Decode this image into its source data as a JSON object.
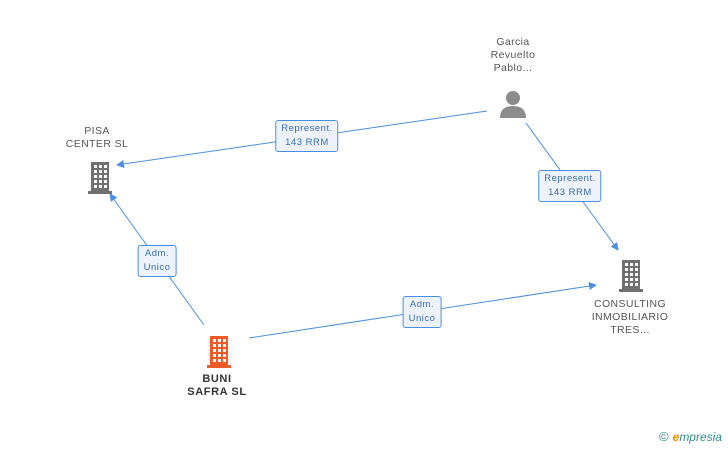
{
  "nodes": [
    {
      "id": "garcia",
      "label": "Garcia\nRevuelto\nPablo...",
      "icon": "person-icon",
      "color": "#8c8c8c"
    },
    {
      "id": "pisa",
      "label": "PISA\nCENTER SL",
      "icon": "building-icon",
      "color": "#707070"
    },
    {
      "id": "consulting",
      "label": "CONSULTING\nINMOBILIARIO\nTRES...",
      "icon": "building-icon",
      "color": "#707070"
    },
    {
      "id": "buni",
      "label": "BUNI\nSAFRA SL",
      "icon": "building-icon",
      "color": "#f05a28",
      "main": true
    }
  ],
  "edges": [
    {
      "from": "garcia",
      "to": "pisa",
      "line1": "Represent.",
      "line2": "143 RRM"
    },
    {
      "from": "garcia",
      "to": "consulting",
      "line1": "Represent.",
      "line2": "143 RRM"
    },
    {
      "from": "buni",
      "to": "pisa",
      "line1": "Adm.",
      "line2": "Unico"
    },
    {
      "from": "buni",
      "to": "consulting",
      "line1": "Adm.",
      "line2": "Unico"
    }
  ],
  "colors": {
    "edge": "#4a90e2",
    "accent": "#f05a28"
  },
  "credit": {
    "copyright": "©",
    "brand_initial": "e",
    "brand_rest": "mpresia"
  }
}
